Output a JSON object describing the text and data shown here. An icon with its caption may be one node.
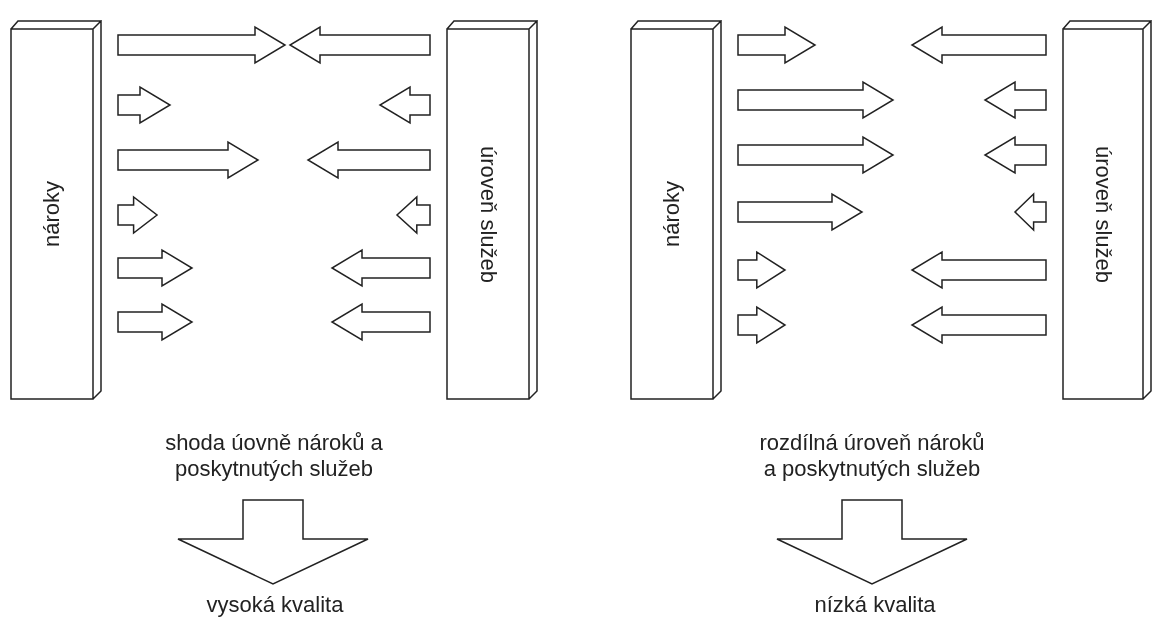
{
  "diagram": {
    "nodes": [
      {
        "text": [
          "nároky"
        ]
      },
      {
        "text": [
          "úroveň služeb"
        ]
      },
      {
        "text": [
          "shoda úovně nároků a poskytnutých služeb"
        ]
      },
      {
        "text": [
          "vysoká kvalita"
        ]
      },
      {
        "text": [
          "nároky"
        ]
      },
      {
        "text": [
          "úroveň služeb"
        ]
      },
      {
        "text": [
          "rozdílná úroveň nároků a poskytnutých služeb"
        ]
      },
      {
        "text": [
          "nízká kvalita"
        ]
      }
    ],
    "edges": [
      {
        "from": 0,
        "to": null,
        "arrow": "to"
      },
      {
        "from": 0,
        "to": null,
        "arrow": "to"
      },
      {
        "from": 0,
        "to": null,
        "arrow": "to"
      },
      {
        "from": 0,
        "to": null,
        "arrow": "to"
      },
      {
        "from": 0,
        "to": null,
        "arrow": "to"
      },
      {
        "from": 0,
        "to": null,
        "arrow": "to"
      },
      {
        "from": 1,
        "to": null,
        "arrow": "to"
      },
      {
        "from": 1,
        "to": null,
        "arrow": "to"
      },
      {
        "from": 1,
        "to": null,
        "arrow": "to"
      },
      {
        "from": 1,
        "to": null,
        "arrow": "to"
      },
      {
        "from": 1,
        "to": null,
        "arrow": "to"
      },
      {
        "from": 1,
        "to": null,
        "arrow": "to"
      },
      {
        "from": 2,
        "to": 3,
        "arrow": "to"
      },
      {
        "from": 4,
        "to": null,
        "arrow": "to"
      },
      {
        "from": 4,
        "to": null,
        "arrow": "to"
      },
      {
        "from": 4,
        "to": null,
        "arrow": "to"
      },
      {
        "from": 4,
        "to": null,
        "arrow": "to"
      },
      {
        "from": 4,
        "to": null,
        "arrow": "to"
      },
      {
        "from": 4,
        "to": null,
        "arrow": "to"
      },
      {
        "from": 5,
        "to": null,
        "arrow": "to"
      },
      {
        "from": 5,
        "to": null,
        "arrow": "to"
      },
      {
        "from": 5,
        "to": null,
        "arrow": "to"
      },
      {
        "from": 5,
        "to": null,
        "arrow": "to"
      },
      {
        "from": 5,
        "to": null,
        "arrow": "to"
      },
      {
        "from": 5,
        "to": null,
        "arrow": "to"
      },
      {
        "from": 6,
        "to": 7,
        "arrow": "to"
      }
    ]
  }
}
